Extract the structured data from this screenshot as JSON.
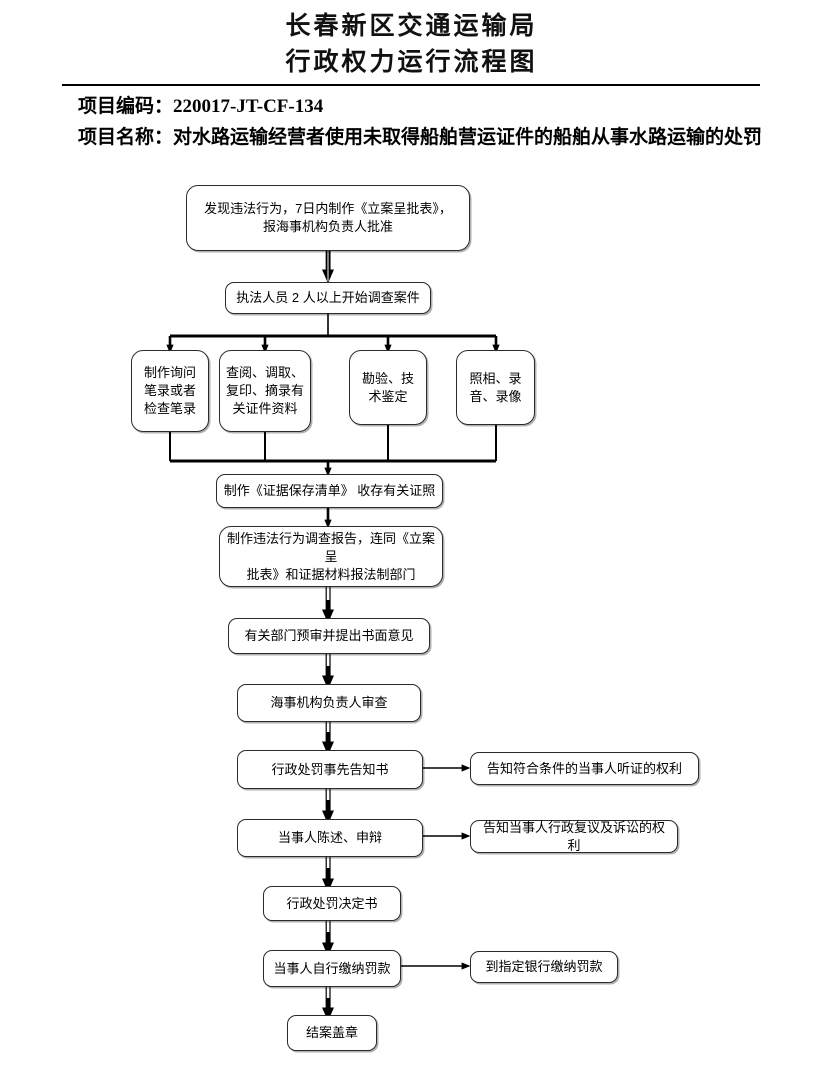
{
  "header": {
    "title_line1": "长春新区交通运输局",
    "title_line2": "行政权力运行流程图",
    "project_code_label": "项目编码：220017-JT-CF-134",
    "project_name_label": "项目名称：对水路运输经营者使用未取得船舶营运证件的船舶从事水路运输的处罚"
  },
  "flowchart": {
    "type": "flowchart",
    "direction": "top-to-bottom",
    "nodes": [
      {
        "id": "n1",
        "label": "发现违法行为，7日内制作《立案呈批表》，\n报海事机构负责人批准"
      },
      {
        "id": "n2",
        "label": "执法人员 2 人以上开始调查案件"
      },
      {
        "id": "n3a",
        "label": "制作询问\n笔录或者\n检查笔录"
      },
      {
        "id": "n3b",
        "label": "查阅、调取、\n复印、摘录有\n关证件资料"
      },
      {
        "id": "n3c",
        "label": "勘验、技\n术鉴定"
      },
      {
        "id": "n3d",
        "label": "照相、录\n音、录像"
      },
      {
        "id": "n4",
        "label": "制作《证据保存清单》 收存有关证照"
      },
      {
        "id": "n5",
        "label": "制作违法行为调查报告，连同《立案呈\n批表》和证据材料报法制部门"
      },
      {
        "id": "n6",
        "label": "有关部门预审并提出书面意见"
      },
      {
        "id": "n7",
        "label": "海事机构负责人审查"
      },
      {
        "id": "n8",
        "label": "行政处罚事先告知书"
      },
      {
        "id": "n8r",
        "label": "告知符合条件的当事人听证的权利"
      },
      {
        "id": "n9",
        "label": "当事人陈述、申辩"
      },
      {
        "id": "n9r",
        "label": "告知当事人行政复议及诉讼的权利"
      },
      {
        "id": "n10",
        "label": "行政处罚决定书"
      },
      {
        "id": "n11",
        "label": "当事人自行缴纳罚款"
      },
      {
        "id": "n11r",
        "label": "到指定银行缴纳罚款"
      },
      {
        "id": "n12",
        "label": "结案盖章"
      }
    ],
    "edges": [
      {
        "from": "n1",
        "to": "n2"
      },
      {
        "from": "n2",
        "to": "n3a"
      },
      {
        "from": "n2",
        "to": "n3b"
      },
      {
        "from": "n2",
        "to": "n3c"
      },
      {
        "from": "n2",
        "to": "n3d"
      },
      {
        "from": "n3a",
        "to": "n4"
      },
      {
        "from": "n3b",
        "to": "n4"
      },
      {
        "from": "n3c",
        "to": "n4"
      },
      {
        "from": "n3d",
        "to": "n4"
      },
      {
        "from": "n4",
        "to": "n5"
      },
      {
        "from": "n5",
        "to": "n6"
      },
      {
        "from": "n6",
        "to": "n7"
      },
      {
        "from": "n7",
        "to": "n8"
      },
      {
        "from": "n8",
        "to": "n8r"
      },
      {
        "from": "n8",
        "to": "n9"
      },
      {
        "from": "n9",
        "to": "n9r"
      },
      {
        "from": "n9",
        "to": "n10"
      },
      {
        "from": "n10",
        "to": "n11"
      },
      {
        "from": "n11",
        "to": "n11r"
      },
      {
        "from": "n11",
        "to": "n12"
      }
    ]
  },
  "colors": {
    "page_background": "#ffffff",
    "ink": "#000000",
    "node_border": "#2b2b2b",
    "node_fill": "#ffffff",
    "edge": "#000000"
  }
}
